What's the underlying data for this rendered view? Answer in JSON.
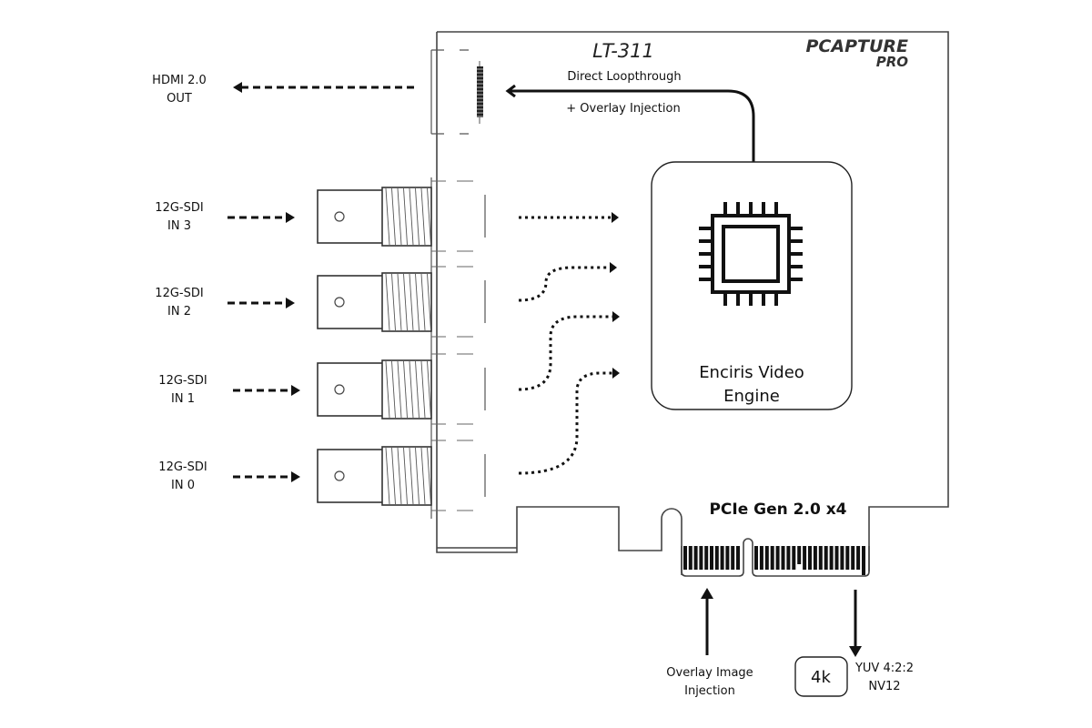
{
  "card": {
    "model": "LT-311",
    "brand": "PCAPTURE",
    "brand_sub": "PRO"
  },
  "loopthrough": {
    "line1": "Direct Loopthrough",
    "line2": "+ Overlay Injection"
  },
  "hdmi_out": {
    "line1": "HDMI 2.0",
    "line2": "OUT"
  },
  "sdi_inputs": [
    {
      "line1": "12G-SDI",
      "line2": "IN 3"
    },
    {
      "line1": "12G-SDI",
      "line2": "IN 2"
    },
    {
      "line1": "12G-SDI",
      "line2": "IN 1"
    },
    {
      "line1": "12G-SDI",
      "line2": "IN 0"
    }
  ],
  "engine": {
    "line1": "Enciris Video",
    "line2": "Engine",
    "icon": "cpu-chip-icon"
  },
  "pcie": {
    "label": "PCIe Gen 2.0 x4"
  },
  "overlay_injection": {
    "line1": "Overlay Image",
    "line2": "Injection"
  },
  "output_format": {
    "badge": "4k",
    "line1": "YUV 4:2:2",
    "line2": "NV12"
  }
}
